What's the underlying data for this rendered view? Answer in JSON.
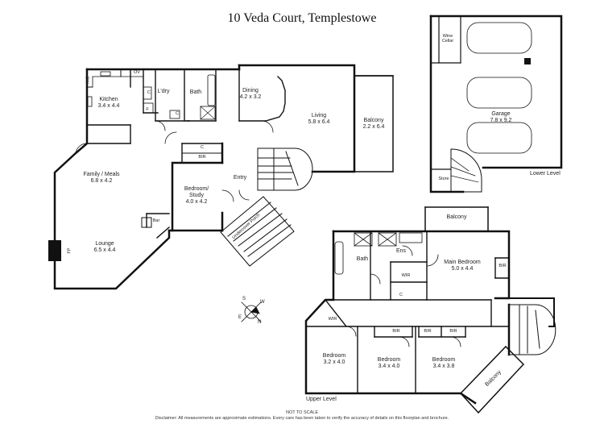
{
  "title": "10 Veda Court, Templestowe",
  "rooms": {
    "kitchen": {
      "name": "Kitchen",
      "dims": "3.4 x 4.4"
    },
    "laundry": {
      "name": "L'dry"
    },
    "bath_lower": {
      "name": "Bath"
    },
    "dining": {
      "name": "Dining",
      "dims": "4.2 x 3.2"
    },
    "living": {
      "name": "Living",
      "dims": "5.8 x 6.4"
    },
    "balcony_lower": {
      "name": "Balcony",
      "dims": "2.2 x 6.4"
    },
    "family": {
      "name": "Family / Meals",
      "dims": "6.8 x 4.2"
    },
    "bedroom_study": {
      "name": "Bedroom/ Study",
      "dims": "4.0 x 4.2"
    },
    "entry": {
      "name": "Entry"
    },
    "lounge": {
      "name": "Lounge",
      "dims": "6.5 x 4.4"
    },
    "bar": {
      "name": "Bar"
    },
    "porch": {
      "name": "Undercover Porch"
    },
    "wine_cellar": {
      "name": "Wine Cellar"
    },
    "garage": {
      "name": "Garage",
      "dims": "7.8 x 9.2"
    },
    "store": {
      "name": "Store"
    },
    "balcony_upper_top": {
      "name": "Balcony"
    },
    "bath_upper": {
      "name": "Bath"
    },
    "ens": {
      "name": "Ens"
    },
    "wir_main": {
      "name": "WIR"
    },
    "main_bedroom": {
      "name": "Main Bedroom",
      "dims": "5.0 x 4.4"
    },
    "wir_left": {
      "name": "WIR"
    },
    "bedroom1": {
      "name": "Bedroom",
      "dims": "3.2 x 4.0"
    },
    "bedroom2": {
      "name": "Bedroom",
      "dims": "3.4 x 4.0"
    },
    "bedroom3": {
      "name": "Bedroom",
      "dims": "3.4 x 3.8"
    },
    "balcony_upper_right": {
      "name": "Balcony"
    }
  },
  "fixtures": {
    "c_kitchen": "C",
    "f_kitchen": "F",
    "ov": "OV",
    "dw": "DW",
    "c_laundry": "C",
    "c_hall": "C",
    "bir_hall": "BIR",
    "fp": "FP",
    "bir_main": "BIR",
    "c_upper": "C",
    "bir1": "BIR",
    "bir2": "BIR",
    "bir3": "BIR"
  },
  "levels": {
    "lower": "Lower Level",
    "upper": "Upper Level"
  },
  "compass": {
    "n": "N",
    "s": "S",
    "e": "E",
    "w": "W"
  },
  "footer": {
    "scale": "NOT TO SCALE",
    "disclaimer": "Disclaimer: All measurements are approximate estimations. Every care has been taken to verify the accuracy of details on this floorplan and brochure."
  }
}
